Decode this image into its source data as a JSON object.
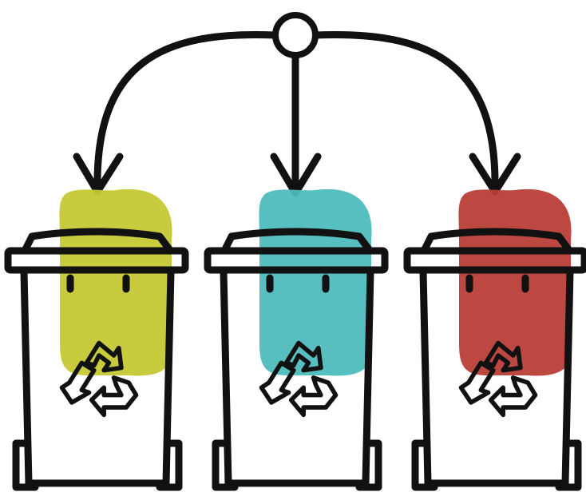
{
  "diagram": {
    "type": "waste-sorting",
    "hub_icon": "circle-node-icon",
    "arrow_icon": "arrow-down-icon",
    "bins": [
      {
        "id": "bin-1",
        "color": "#c4c833",
        "icon": "recycle-icon"
      },
      {
        "id": "bin-2",
        "color": "#4fbcbd",
        "icon": "recycle-icon"
      },
      {
        "id": "bin-3",
        "color": "#b93e38",
        "icon": "recycle-icon"
      }
    ]
  }
}
